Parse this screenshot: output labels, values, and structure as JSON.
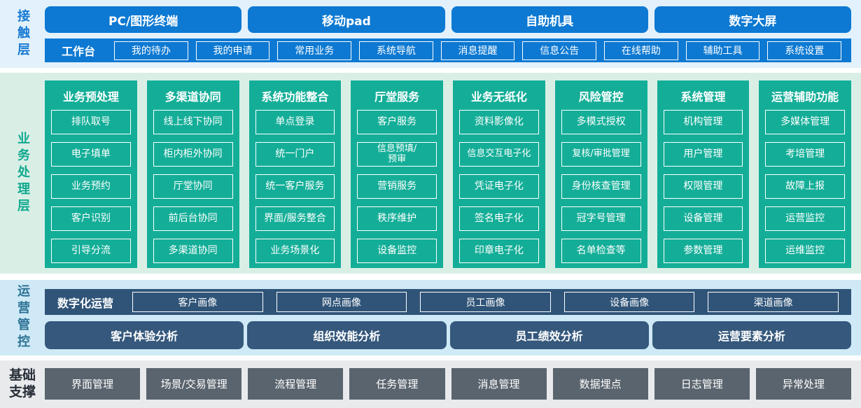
{
  "colors": {
    "blue": "#0d79d2",
    "pale_blue": "#e2f1fb",
    "green": "#14ae98",
    "pale_green": "#d9efe6",
    "slate": "#35587c",
    "slate_bar": "#2f5478",
    "pale_blue2": "#cfe9f7",
    "gray": "#5a646e",
    "pale_gray": "#e8eaec"
  },
  "layers": {
    "contact": {
      "label": "接触层",
      "channels": [
        "PC/图形终端",
        "移动pad",
        "自助机具",
        "数字大屏"
      ],
      "workbench": {
        "label": "工作台",
        "items": [
          "我的待办",
          "我的申请",
          "常用业务",
          "系统导航",
          "消息提醒",
          "信息公告",
          "在线帮助",
          "辅助工具",
          "系统设置"
        ]
      }
    },
    "business": {
      "label": "业务处理层",
      "columns": [
        {
          "title": "业务预处理",
          "items": [
            "排队取号",
            "电子填单",
            "业务预约",
            "客户识别",
            "引导分流"
          ]
        },
        {
          "title": "多渠道协同",
          "items": [
            "线上线下协同",
            "柜内柜外协同",
            "厅堂协同",
            "前后台协同",
            "多渠道协同"
          ]
        },
        {
          "title": "系统功能整合",
          "items": [
            "单点登录",
            "统一门户",
            "统一客户服务",
            "界面/服务整合",
            "业务场景化"
          ]
        },
        {
          "title": "厅堂服务",
          "items": [
            "客户服务",
            "信息预填/\n预审",
            "营销服务",
            "秩序维护",
            "设备监控"
          ]
        },
        {
          "title": "业务无纸化",
          "items": [
            "资料影像化",
            "信息交互电子化",
            "凭证电子化",
            "签名电子化",
            "印章电子化"
          ]
        },
        {
          "title": "风险管控",
          "items": [
            "多模式授权",
            "复核/审批管理",
            "身份核查管理",
            "冠字号管理",
            "名单检查等"
          ]
        },
        {
          "title": "系统管理",
          "items": [
            "机构管理",
            "用户管理",
            "权限管理",
            "设备管理",
            "参数管理"
          ]
        },
        {
          "title": "运营辅助功能",
          "items": [
            "多媒体管理",
            "考培管理",
            "故障上报",
            "运营监控",
            "运维监控"
          ]
        }
      ]
    },
    "operations": {
      "label": "运营管控",
      "digital_ops": {
        "label": "数字化运营",
        "items": [
          "客户画像",
          "网点画像",
          "员工画像",
          "设备画像",
          "渠道画像"
        ]
      },
      "analysis": [
        "客户体验分析",
        "组织效能分析",
        "员工绩效分析",
        "运营要素分析"
      ]
    },
    "foundation": {
      "label": "基础支撑",
      "items": [
        "界面管理",
        "场景/交易管理",
        "流程管理",
        "任务管理",
        "消息管理",
        "数据埋点",
        "日志管理",
        "异常处理"
      ]
    }
  }
}
